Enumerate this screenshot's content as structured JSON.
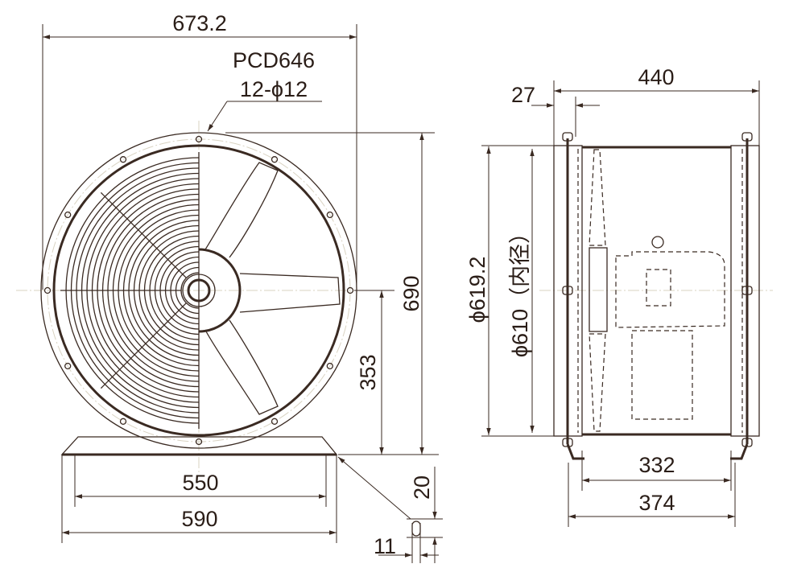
{
  "front_view": {
    "overall_width": "673.2",
    "pcd": "PCD646",
    "holes": "12-ϕ12",
    "overall_height": "690",
    "center_height": "353",
    "base_inner": "550",
    "base_outer": "590",
    "base_thickness": "20",
    "slot_width": "11"
  },
  "side_view": {
    "overall_depth": "440",
    "flange": "27",
    "outer_diameter": "ϕ619.2",
    "inner_diameter": "ϕ610（内径）",
    "foot_inner": "332",
    "foot_outer": "374"
  },
  "colors": {
    "line": "#3a2a22",
    "centerline": "#d9d3c2"
  }
}
